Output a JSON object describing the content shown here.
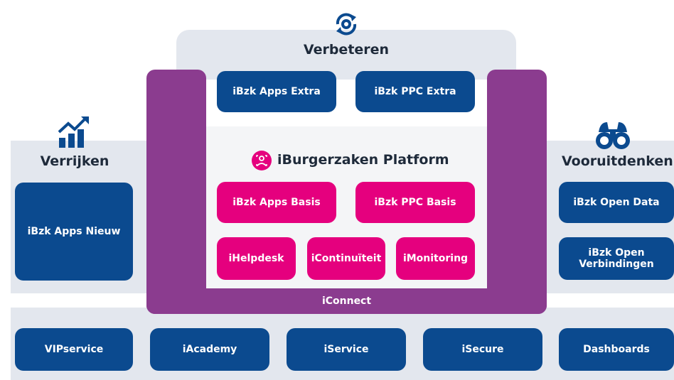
{
  "colors": {
    "panel": "#e3e7ee",
    "blue": "#0b4a8f",
    "pink": "#e5007e",
    "purple": "#8b3c8f",
    "heading_text": "#1e2a3a"
  },
  "verbeteren": {
    "icon": "gear-cycle-icon",
    "title": "Verbeteren",
    "items": [
      "iBzk Apps Extra",
      "iBzk PPC Extra"
    ]
  },
  "verrijken": {
    "icon": "growth-chart-icon",
    "title": "Verrijken",
    "items": [
      "iBzk Apps Nieuw"
    ]
  },
  "vooruitdenken": {
    "icon": "binoculars-icon",
    "title": "Vooruitdenken",
    "items": [
      "iBzk Open Data",
      "iBzk Open Verbindingen"
    ]
  },
  "platform": {
    "icon": "platform-logo-icon",
    "title": "iBurgerzaken Platform",
    "basis_items": [
      "iBzk Apps Basis",
      "iBzk PPC Basis"
    ],
    "service_items": [
      "iHelpdesk",
      "iContinuïteit",
      "iMonitoring"
    ],
    "connect_label": "iConnect"
  },
  "bottom_items": [
    "VIPservice",
    "iAcademy",
    "iService",
    "iSecure",
    "Dashboards"
  ]
}
